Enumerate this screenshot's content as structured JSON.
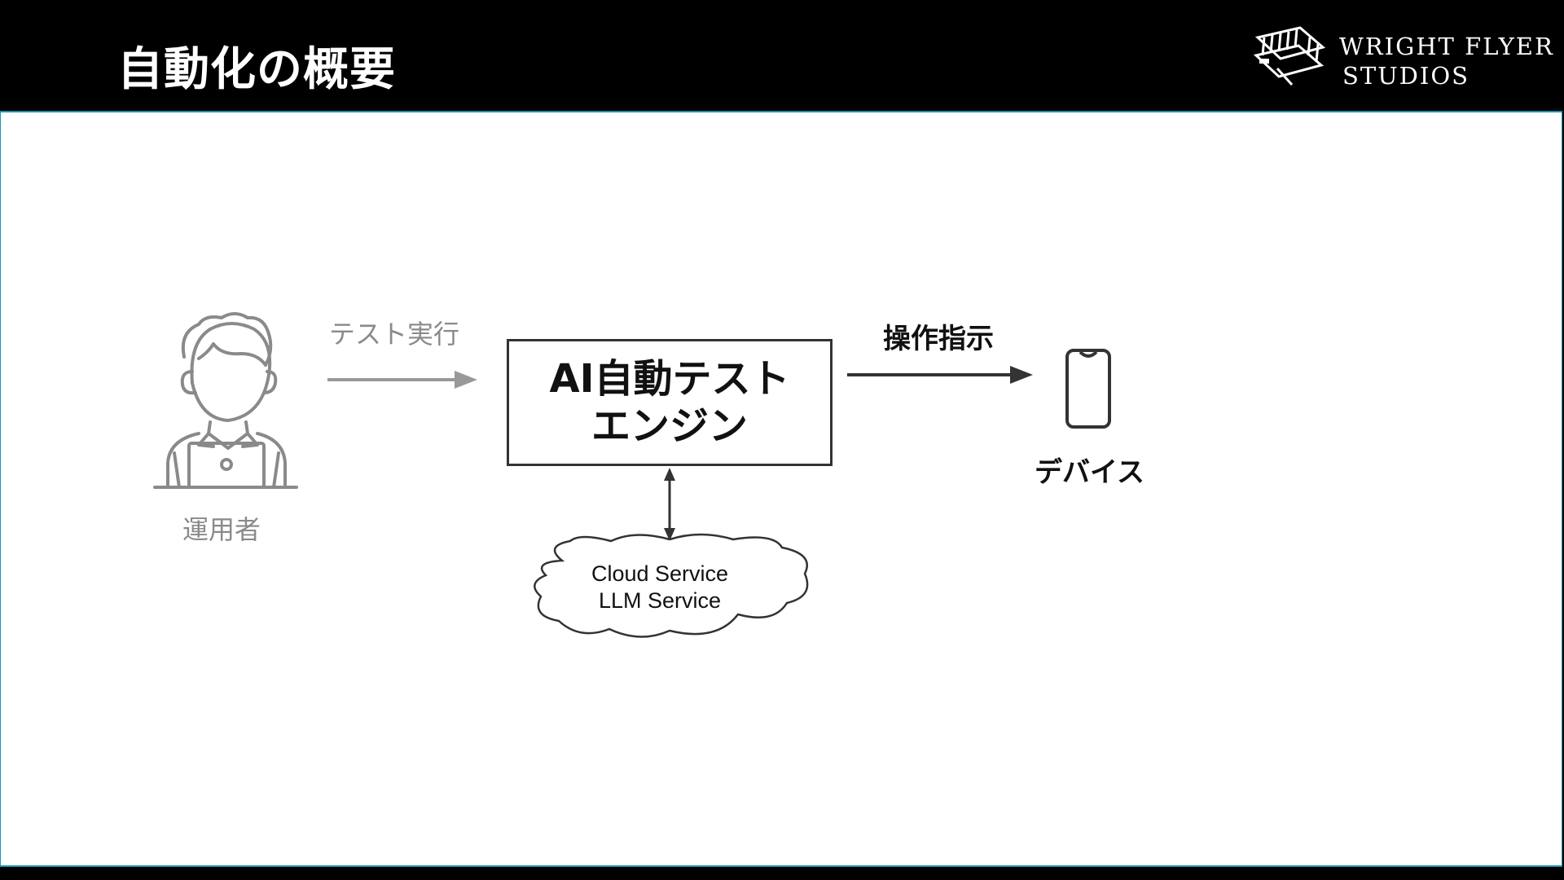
{
  "slide": {
    "title": "自動化の概要"
  },
  "logo": {
    "line1": "WRIGHT FLYER",
    "line2": "STUDIOS",
    "icon": "biplane-logo-icon"
  },
  "diagram": {
    "operator": {
      "label": "運用者",
      "icon": "person-at-laptop-icon"
    },
    "test_exec": {
      "label": "テスト実行"
    },
    "engine": {
      "line1": "AI自動テスト",
      "line2": "エンジン"
    },
    "op_instruction": {
      "label": "操作指示"
    },
    "device": {
      "label": "デバイス",
      "icon": "smartphone-icon"
    },
    "cloud": {
      "line1": "Cloud Service",
      "line2": "LLM Service",
      "icon": "cloud-icon"
    }
  },
  "colors": {
    "header_bg": "#000000",
    "accent_border": "#1b93b5",
    "muted_gray": "#8a8a8a",
    "dark": "#333333"
  }
}
